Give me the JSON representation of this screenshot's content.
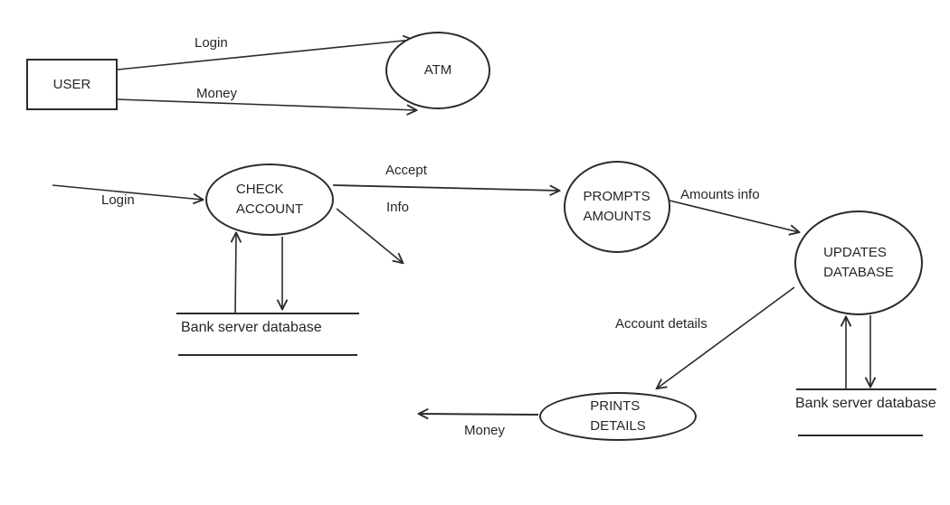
{
  "colors": {
    "stroke": "#2b2b2b",
    "text": "#262626",
    "background": "#ffffff"
  },
  "nodes": {
    "user": {
      "label": "USER"
    },
    "atm": {
      "label": "ATM"
    },
    "check_account": {
      "line1": "CHECK",
      "line2": "ACCOUNT"
    },
    "prompts_amounts": {
      "line1": "PROMPTS",
      "line2": "AMOUNTS"
    },
    "updates_database": {
      "line1": "UPDATES",
      "line2": "DATABASE"
    },
    "prints_details": {
      "line1": "PRINTS",
      "line2": "DETAILS"
    },
    "bank_db_left": {
      "label": "Bank server database"
    },
    "bank_db_right": {
      "label": "Bank server database"
    }
  },
  "edge_labels": {
    "login_top": "Login",
    "money_top": "Money",
    "login_mid": "Login",
    "accept": "Accept",
    "info": "Info",
    "amounts_info": "Amounts info",
    "account_details": "Account details",
    "money_bottom": "Money"
  }
}
